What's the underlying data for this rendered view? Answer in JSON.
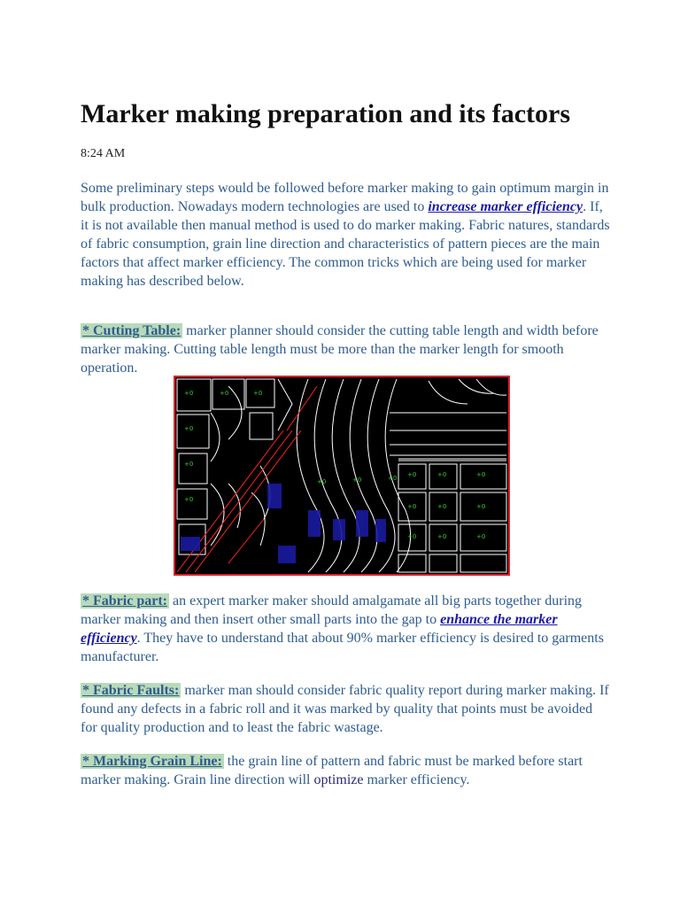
{
  "article": {
    "title": "Marker making preparation and its factors",
    "time": "8:24 AM",
    "intro": {
      "before_link": "Some preliminary steps would be followed before marker making to gain optimum margin in bulk production. Nowadays modern technologies are used to ",
      "link": "increase marker efficiency",
      "after_link": ". If, it is not available then manual method is used to do marker making. Fabric natures, standards of fabric consumption, grain line direction and characteristics of pattern pieces are the main factors that affect marker efficiency. The common tricks which are being used for marker making has described below."
    },
    "cutting_table": {
      "heading": "* Cutting Table:",
      "text": " marker planner should consider the cutting table length and width before marker making. Cutting table length must be more than the marker length for smooth operation."
    },
    "fabric_part": {
      "heading": "* Fabric part:",
      "text_before": " an expert marker maker should amalgamate all big parts together during marker making and then insert other small parts into the gap to ",
      "link": "enhance the marker efficiency",
      "text_after": ". They have to understand that about 90% marker efficiency is desired to garments manufacturer."
    },
    "fabric_faults": {
      "heading": "* Fabric Faults:",
      "text": " marker man should consider fabric quality report during marker making. If found any defects in a fabric roll and it was marked by quality that points must be avoided for quality production and to least the fabric wastage."
    },
    "grain_line": {
      "heading": "* Marking Grain Line:",
      "text_before": " the grain line of pattern and fabric must be marked before start marker making. Grain line direction will ",
      "highlight": "optimize",
      "text_after": " marker efficiency."
    }
  },
  "figure": {
    "icon": "marker-layout-image",
    "colors": {
      "background": "#000000",
      "outline": "#ffffff",
      "grain_lines": "#ff2020",
      "green_marks": "#30d030",
      "blue_fill": "#1a1aa0",
      "border": "#e0202a"
    }
  }
}
